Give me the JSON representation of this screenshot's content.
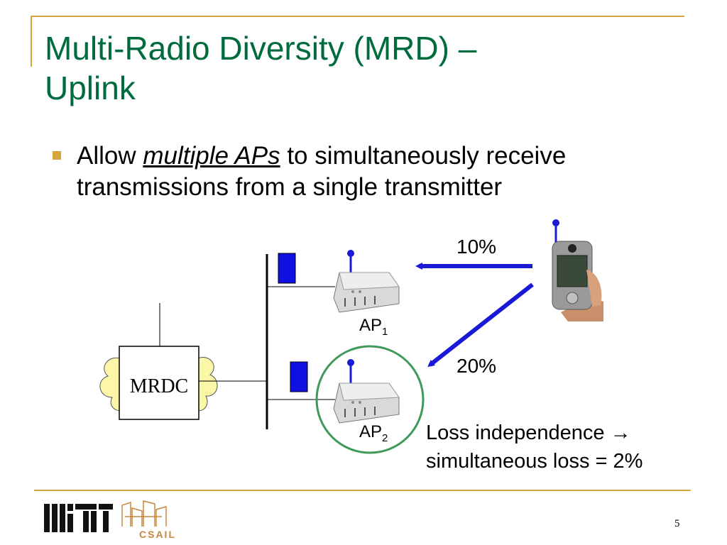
{
  "slide": {
    "title_line1": "Multi-Radio Diversity (MRD) –",
    "title_line2": "Uplink",
    "page_number": "5"
  },
  "bullet": {
    "prefix": "Allow ",
    "emphasis": "multiple APs",
    "suffix": " to simultaneously receive",
    "line2": "transmissions from a single transmitter"
  },
  "diagram": {
    "controller_label": "MRDC",
    "ap1_label": "AP",
    "ap1_sub": "1",
    "ap2_label": "AP",
    "ap2_sub": "2",
    "link1_loss": "10%",
    "link2_loss": "20%",
    "loss_line1": "Loss independence →",
    "loss_line2": "simultaneous loss = 2%"
  },
  "footer": {
    "logo1": "MIT",
    "logo2_text": "CSAIL"
  },
  "colors": {
    "title": "#006b3c",
    "accent": "#d4a53a",
    "arrow": "#1a1ad6",
    "circle": "#3f9a5a"
  }
}
